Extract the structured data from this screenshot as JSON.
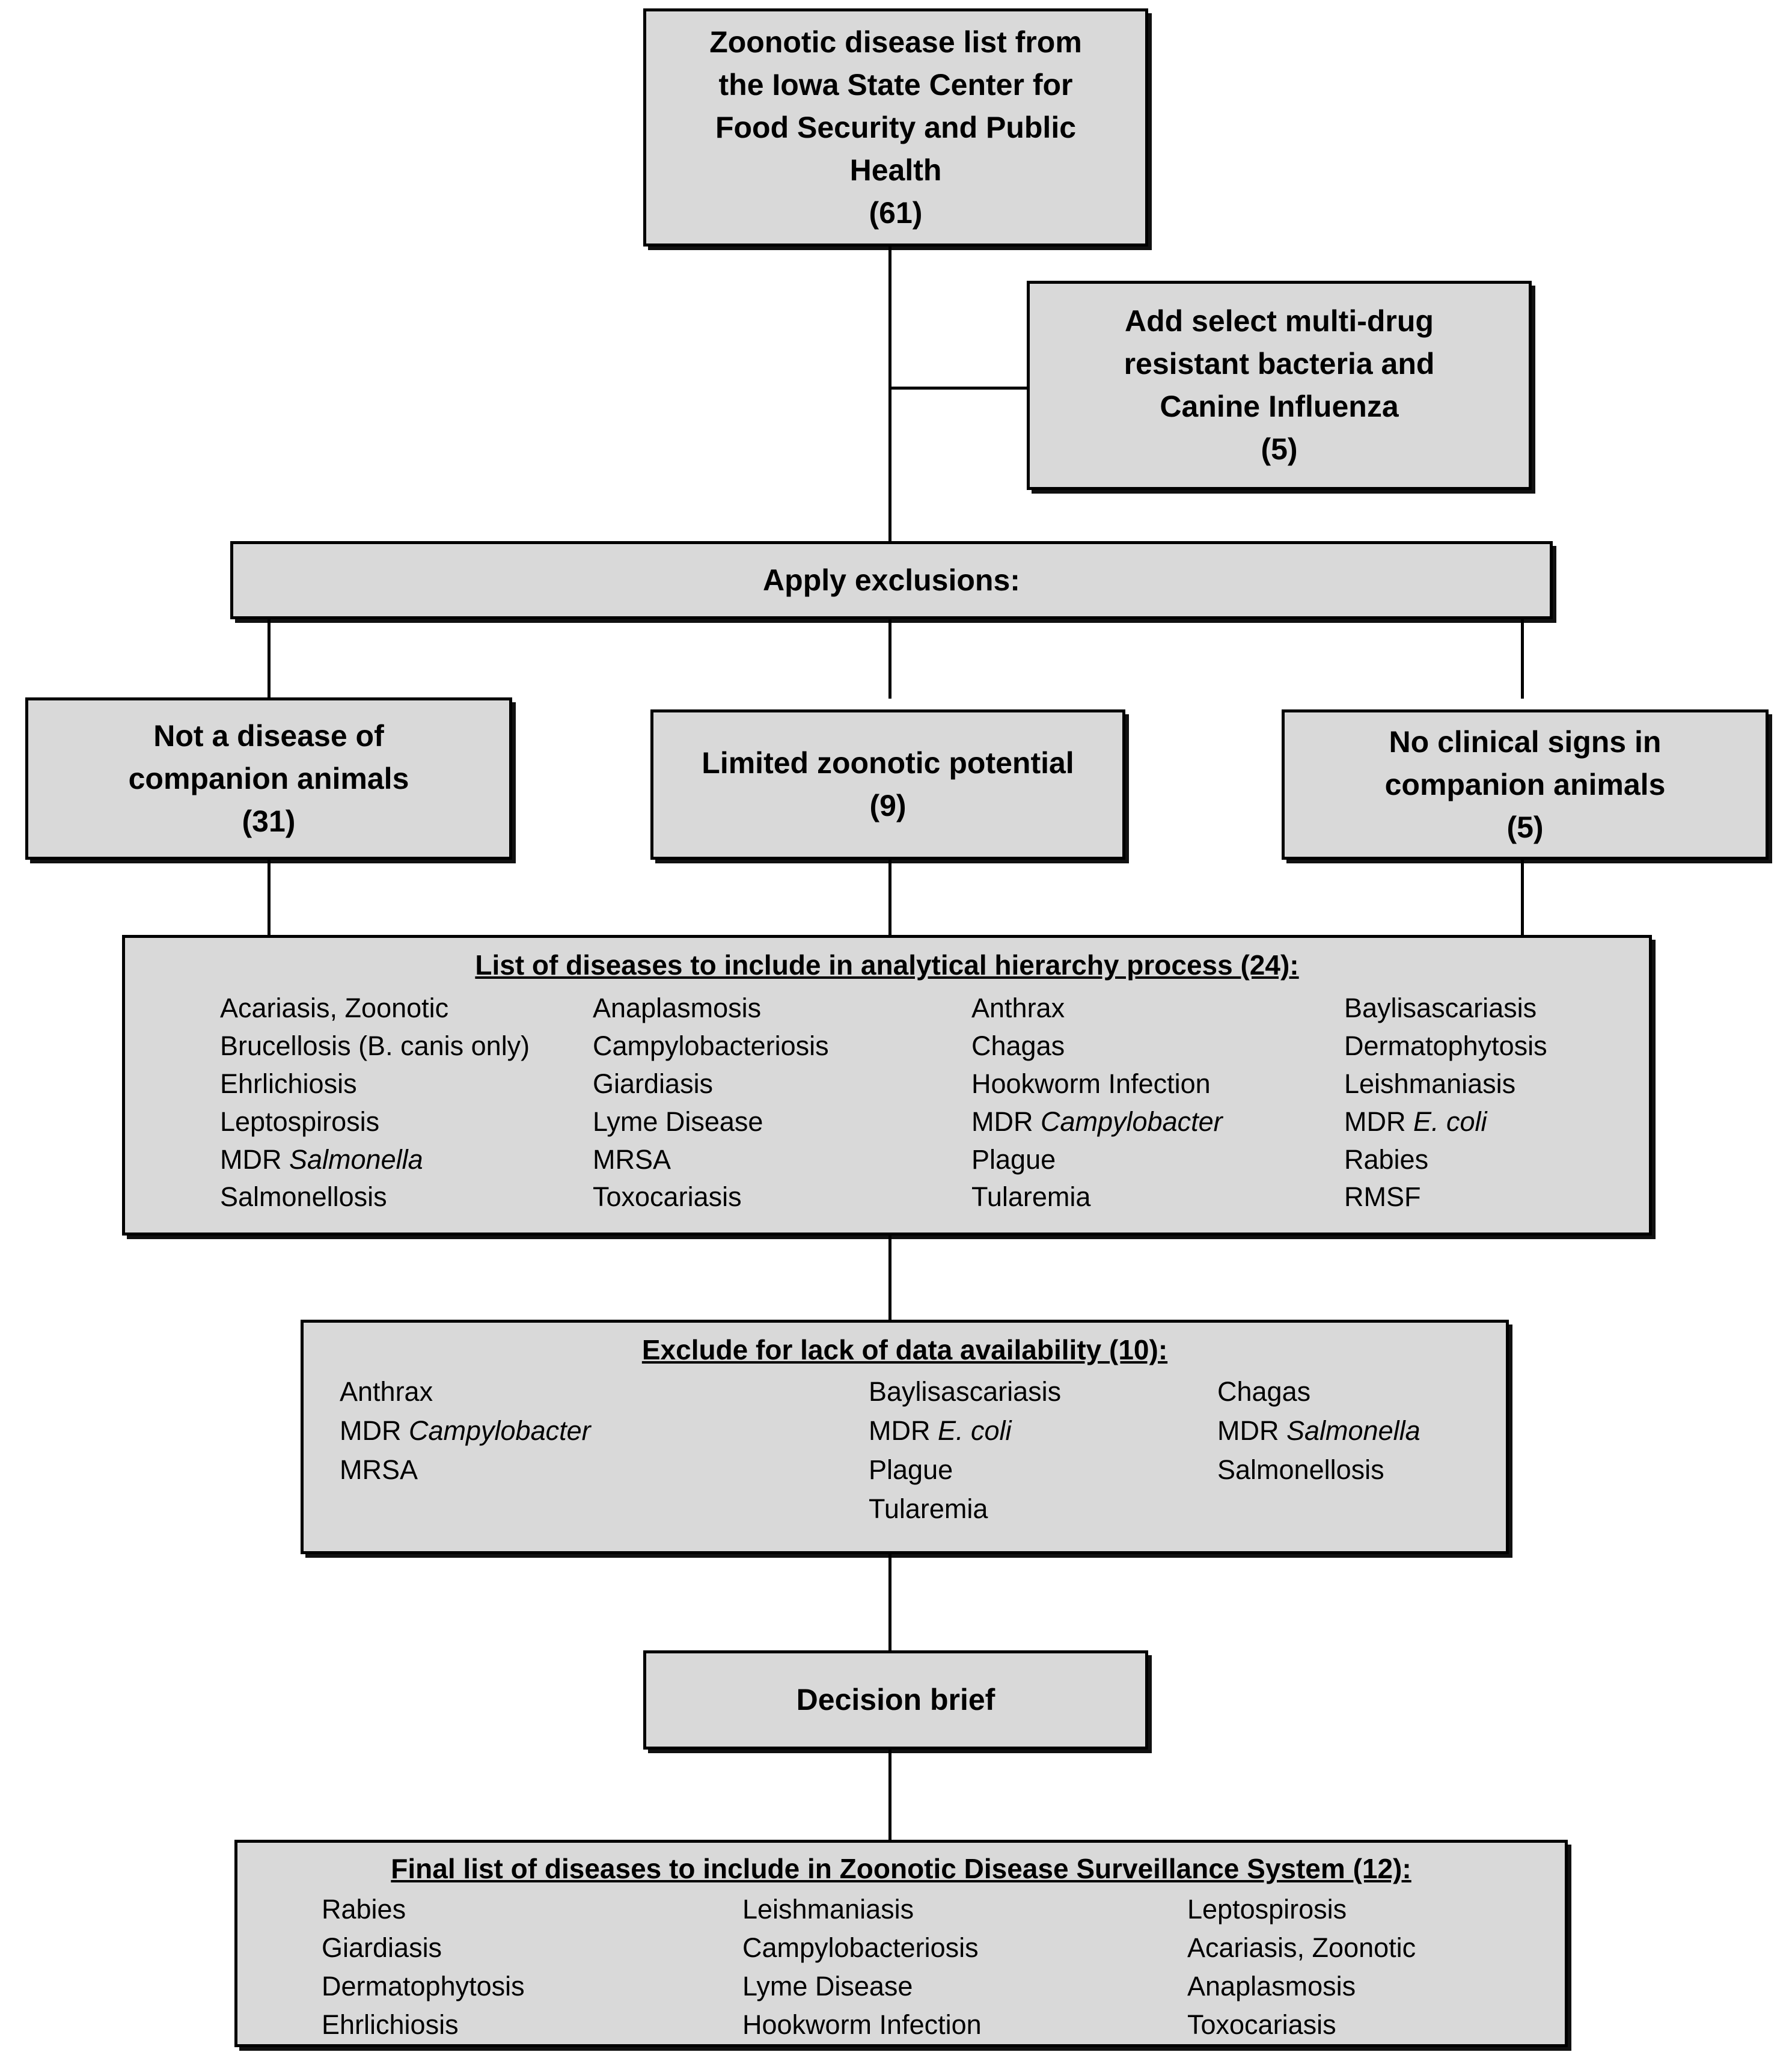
{
  "diagram": {
    "title": "Zoonotic disease selection flowchart",
    "colors": {
      "box_fill": "#d9d9d9",
      "box_border": "#000000",
      "connector": "#000000",
      "page_background": "#ffffff"
    }
  },
  "source_box": {
    "line1": "Zoonotic disease list from",
    "line2": "the Iowa State Center for",
    "line3": "Food Security and Public",
    "line4": "Health",
    "count": "(61)"
  },
  "add_box": {
    "line1": "Add select multi-drug",
    "line2": "resistant bacteria and",
    "line3": "Canine Influenza",
    "count": "(5)"
  },
  "apply_exclusions_box": {
    "label": "Apply exclusions:"
  },
  "exclusion_boxes": [
    {
      "line1": "Not a disease of",
      "line2": "companion animals",
      "count": "(31)"
    },
    {
      "line1": "Limited zoonotic potential",
      "line2": "",
      "count": "(9)"
    },
    {
      "line1": "No clinical signs in",
      "line2": "companion animals",
      "count": "(5)"
    }
  ],
  "ahp_list_box": {
    "heading": "List of diseases to include in analytical hierarchy process (24):",
    "columns": [
      [
        "Acariasis, Zoonotic",
        "Brucellosis (B. canis only)",
        "Ehrlichiosis",
        "Leptospirosis",
        "MDR Salmonella",
        "Salmonellosis"
      ],
      [
        "Anaplasmosis",
        "Campylobacteriosis",
        "Giardiasis",
        "Lyme Disease",
        "MRSA",
        "Toxocariasis"
      ],
      [
        "Anthrax",
        "Chagas",
        "Hookworm Infection",
        "MDR Campylobacter",
        "Plague",
        "Tularemia"
      ],
      [
        "Baylisascariasis",
        "Dermatophytosis",
        "Leishmaniasis",
        "MDR E. coli",
        "Rabies",
        "RMSF"
      ]
    ],
    "italic_items": [
      "MDR Salmonella",
      "MDR Campylobacter",
      "MDR E. coli"
    ]
  },
  "exclude_data_box": {
    "heading": "Exclude for lack of data availability (10):",
    "columns": [
      [
        "Anthrax",
        "MDR Campylobacter",
        "MRSA"
      ],
      [
        "Baylisascariasis",
        "MDR E. coli",
        "Plague",
        "Tularemia"
      ],
      [
        "Chagas",
        "MDR Salmonella",
        "Salmonellosis"
      ]
    ],
    "italic_items": [
      "MDR Campylobacter",
      "MDR E. coli",
      "MDR Salmonella"
    ]
  },
  "decision_brief_box": {
    "label": "Decision brief"
  },
  "final_list_box": {
    "heading": "Final list of diseases to include in Zoonotic Disease Surveillance System (12):",
    "columns": [
      [
        "Rabies",
        "Giardiasis",
        "Dermatophytosis",
        "Ehrlichiosis"
      ],
      [
        "Leishmaniasis",
        "Campylobacteriosis",
        "Lyme Disease",
        "Hookworm Infection"
      ],
      [
        "Leptospirosis",
        "Acariasis, Zoonotic",
        "Anaplasmosis",
        "Toxocariasis"
      ]
    ],
    "italic_items": []
  }
}
